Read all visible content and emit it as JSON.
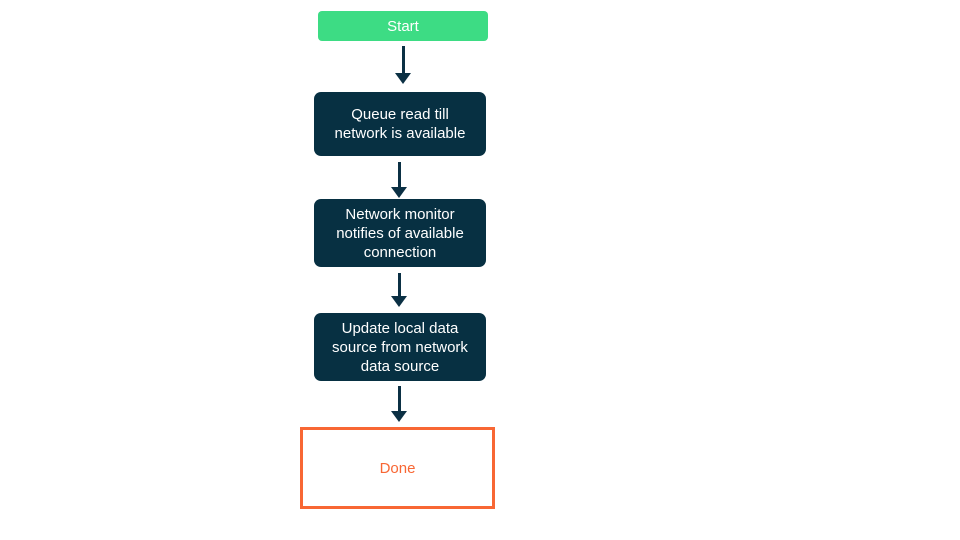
{
  "diagram": {
    "type": "flowchart",
    "nodes": [
      {
        "id": "start",
        "kind": "start",
        "label": "Start"
      },
      {
        "id": "queue",
        "kind": "process",
        "label": "Queue read till network is available"
      },
      {
        "id": "monitor",
        "kind": "process",
        "label": "Network monitor notifies of available connection"
      },
      {
        "id": "update",
        "kind": "process",
        "label": "Update local data source from network data source"
      },
      {
        "id": "done",
        "kind": "terminal",
        "label": "Done"
      }
    ],
    "edges": [
      {
        "from": "start",
        "to": "queue"
      },
      {
        "from": "queue",
        "to": "monitor"
      },
      {
        "from": "monitor",
        "to": "update"
      },
      {
        "from": "update",
        "to": "done"
      }
    ],
    "colors": {
      "start_bg": "#3DDC84",
      "process_bg": "#073042",
      "node_text": "#FFFFFF",
      "done_bg": "#FFFFFF",
      "done_border": "#F86734",
      "done_text": "#F86734",
      "arrow_color": "#0B3044"
    }
  }
}
